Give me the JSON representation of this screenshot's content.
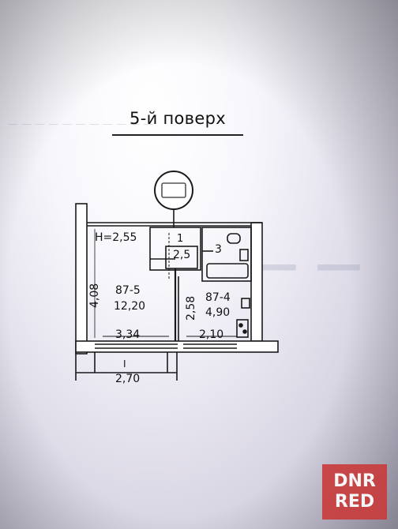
{
  "floor": {
    "title": "5-й поверх"
  },
  "plan": {
    "ceiling_height": "H=2,55",
    "room_1": "1",
    "room_2": "2,5",
    "room_3": "3",
    "room_main_id": "87-5",
    "room_main_area": "12,20",
    "room_kitchen_id": "87-4",
    "room_kitchen_area": "4,90",
    "dim_left_height": "4,08",
    "dim_kitchen_height": "2,58",
    "dim_main_width": "3,34",
    "dim_kitchen_width": "2,10",
    "dim_balcony_mark": "I",
    "dim_balcony_width": "2,70"
  },
  "watermark": {
    "line1": "DNR",
    "line2": "RED"
  },
  "colors": {
    "watermark_bg": "#c93b3b",
    "line": "#1a1a1a"
  }
}
